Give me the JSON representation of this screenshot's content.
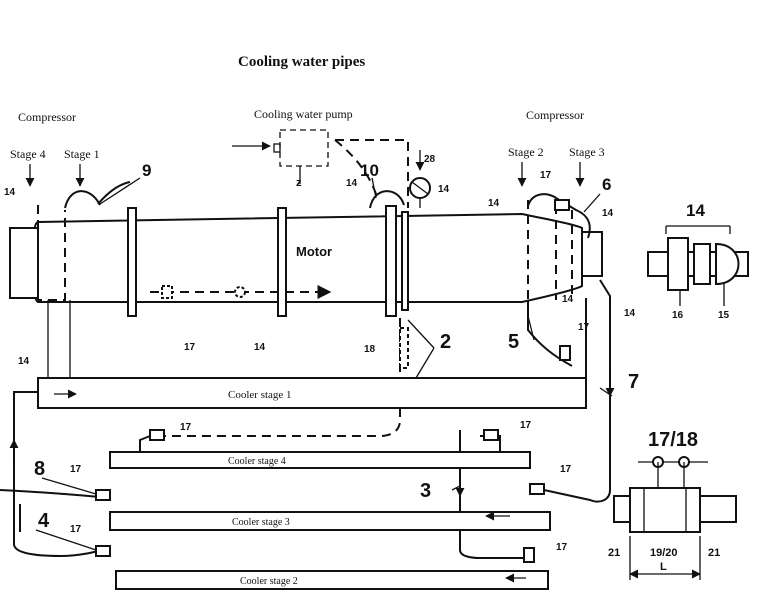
{
  "title": "Cooling water pipes",
  "labels": {
    "compressor_left": "Compressor",
    "compressor_right": "Compressor",
    "pump": "Cooling water pump",
    "motor": "Motor",
    "stage4": "Stage 4",
    "stage1": "Stage 1",
    "stage2": "Stage 2",
    "stage3": "Stage 3"
  },
  "coolers": {
    "c1": "Cooler stage 1",
    "c4": "Cooler stage 4",
    "c3": "Cooler stage 3",
    "c2": "Cooler stage 2"
  },
  "callouts": {
    "n2": "2",
    "n3": "3",
    "n4": "4",
    "n5": "5",
    "n6": "6",
    "n7": "7",
    "n8": "8",
    "n9": "9",
    "n10": "10",
    "n14": "14",
    "n15": "15",
    "n16": "16",
    "n17": "17",
    "n18": "18",
    "n1718": "17/18",
    "n1920": "19/20",
    "n21": "21",
    "n28": "28",
    "L": "L"
  }
}
